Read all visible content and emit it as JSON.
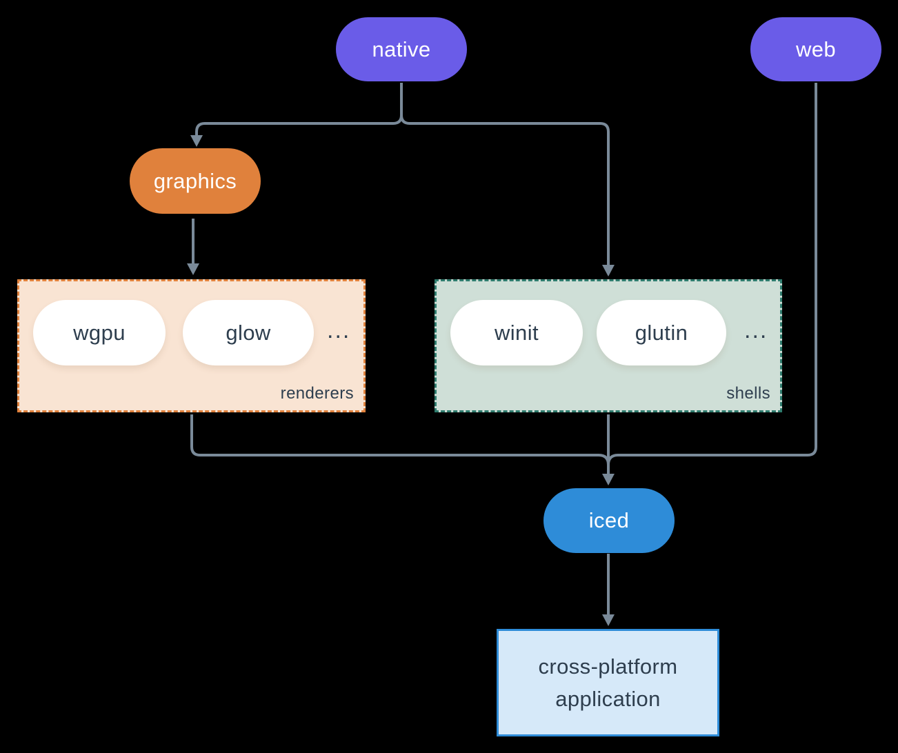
{
  "diagram": {
    "title_hint": "iced ecosystem diagram",
    "background_color": "#000000",
    "connector_color": "#7A8A99",
    "text_dark_color": "#2E3E4E",
    "nodes": {
      "native": {
        "label": "native",
        "bg": "#6A5CE8",
        "text_color": "#FFFFFF"
      },
      "web": {
        "label": "web",
        "bg": "#6A5CE8",
        "text_color": "#FFFFFF"
      },
      "graphics": {
        "label": "graphics",
        "bg": "#E0813C",
        "text_color": "#FFFFFF"
      },
      "iced": {
        "label": "iced",
        "bg": "#2E8CD8",
        "text_color": "#FFFFFF"
      },
      "application": {
        "label": "cross-platform application",
        "bg": "#D6E9F9",
        "border": "#2E8CD8"
      }
    },
    "groups": {
      "renderers": {
        "label": "renderers",
        "items": [
          "wgpu",
          "glow"
        ],
        "ellipsis": "...",
        "bg": "#F9E4D3",
        "border": "#E0813C"
      },
      "shells": {
        "label": "shells",
        "items": [
          "winit",
          "glutin"
        ],
        "ellipsis": "...",
        "bg": "#CFDFD7",
        "border": "#2E7B6D"
      }
    },
    "edges": [
      "native -> graphics",
      "native -> shells",
      "graphics -> renderers",
      "renderers -> iced",
      "shells -> iced",
      "web -> iced",
      "iced -> cross-platform application"
    ]
  }
}
